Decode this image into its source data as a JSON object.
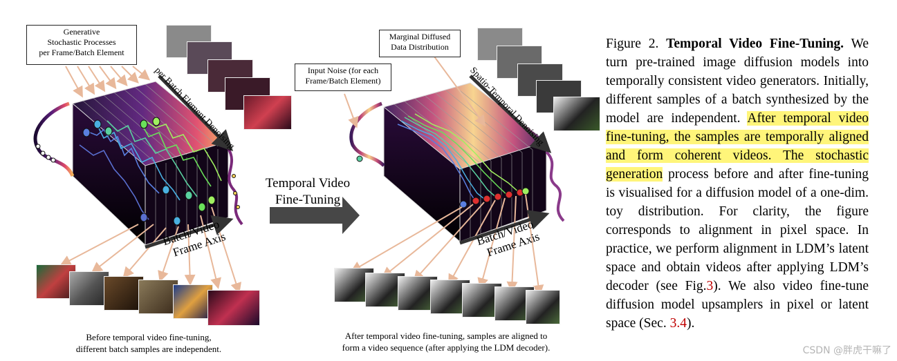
{
  "left_panel": {
    "top_box": [
      "Generative",
      "Stochastic Processes",
      "per Frame/Batch Element"
    ],
    "diag_label": "per Batch Element Denoising",
    "axis_label": [
      "Batch/Video",
      "Frame Axis"
    ],
    "caption": [
      "Before temporal video fine-tuning,",
      "different batch samples are independent."
    ]
  },
  "middle": {
    "arrow_label": [
      "Temporal Video",
      "Fine-Tuning"
    ]
  },
  "right_panel": {
    "top_box": [
      "Marginal Diffused",
      "Data Distribution"
    ],
    "input_box": [
      "Input Noise (for each",
      "Frame/Batch Element)"
    ],
    "diag_label": "Spatio-Temporal Denoising",
    "axis_label": [
      "Batch/Video",
      "Frame Axis"
    ],
    "caption": [
      "After temporal video fine-tuning, samples are aligned to",
      "form a video sequence (after applying the LDM decoder)."
    ]
  },
  "figure_caption": {
    "prefix": "Figure 2.",
    "title": "Temporal Video Fine-Tuning.",
    "part1": "We turn pre-trained image diffusion models into temporally consistent video generators. Initially, different samples of a batch synthesized by the model are independent.",
    "highlight": "After temporal video fine-tuning, the samples are temporally aligned and form coherent videos. The stochastic generation",
    "part2": "process before and after fine-tuning is visualised for a diffusion model of a one-dim. toy distribution. For clarity, the figure corresponds to alignment in pixel space. In practice, we perform alignment in LDM’s latent space and obtain videos after applying LDM’s decoder (see Fig.",
    "ref1": "3",
    "part3": "). We also video fine-tune diffusion model upsamplers in pixel or latent space (Sec.",
    "ref2": "3.4",
    "part4": ")."
  },
  "watermark": "CSDN @胖虎干嘛了",
  "colors": {
    "highlight": "#fff57a",
    "ref": "#c00000",
    "arrow": "#444444",
    "annot_arrow": "#e8b89a"
  }
}
